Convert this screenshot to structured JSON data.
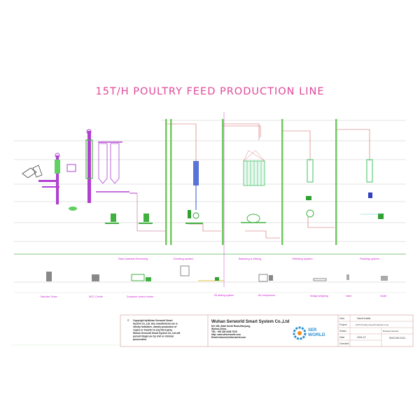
{
  "title": "15T/H POULTRY FEED PRODUCTION LINE",
  "sections": [
    {
      "label": "Raw material Receiving"
    },
    {
      "label": "Grinding system"
    },
    {
      "label": "Batching & Mixing"
    },
    {
      "label": "Pelleting system"
    },
    {
      "label": "Packing system"
    }
  ],
  "auxiliary": [
    {
      "label": "Machine Tower"
    },
    {
      "label": "MCC Centre"
    },
    {
      "label": "Computer control center"
    },
    {
      "label": "Oil adding system"
    },
    {
      "label": "Air compressor"
    },
    {
      "label": "Bridge weighing"
    },
    {
      "label": "Valve"
    },
    {
      "label": "Boiler"
    }
  ],
  "title_block": {
    "copyright": [
      "Copyright byWuhan Serworld Smart",
      "System Co.,Ltd, Any unauthorized use is",
      "strictly forbidden, namely production of",
      "copies or transfer to any third party.",
      "Wuhan Serworld Smart System Co.,Ltd will",
      "pursuit illegal use by civil or criminal",
      "prosecution."
    ],
    "company": "Wuhan Serworld Smart System Co.,Ltd",
    "address": [
      "NO 335, State North Road,Hanyang,",
      "Wuhan,China.",
      "TEL: +86 189 0636 7519",
      "http: www.wfserworld.com",
      "Email:sharon@wfserworld.com"
    ],
    "logo_text": [
      "SER",
      "WORLD"
    ],
    "fields": {
      "client_label": "User",
      "client": "Saudi Arabia",
      "project_label": "Project",
      "project": "15T/h Poultry Feed Production Line",
      "drawn_label": "Drawn",
      "date_label": "Date",
      "date": "2024-12",
      "checked_label": "Checked",
      "drawing_number_label": "Drawing Number",
      "drawing_number": "SWS-DW-2412"
    }
  },
  "colors": {
    "title": "#e0489a",
    "elevator": "#5ac85a",
    "process_pipe": "#d06060",
    "equipment": "#b040d0",
    "section_line": "#5ab85a"
  }
}
